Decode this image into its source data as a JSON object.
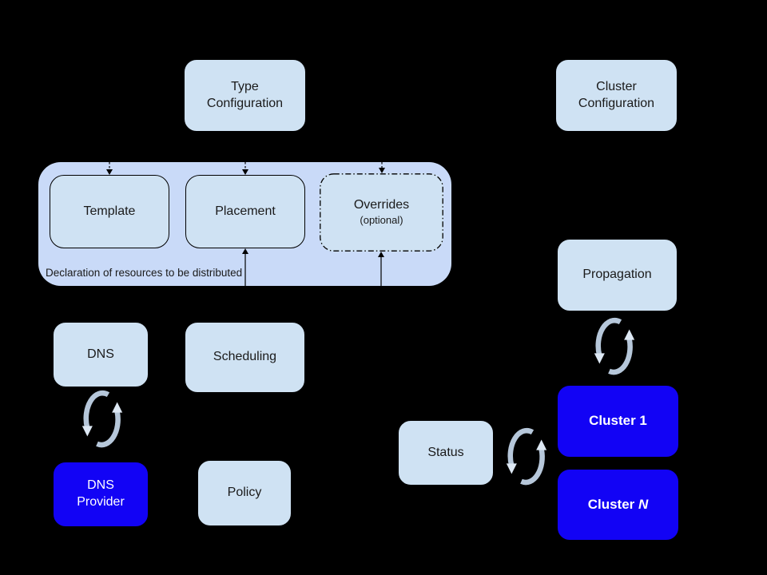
{
  "colors": {
    "background": "#000000",
    "light_box_fill": "#cfe2f3",
    "group_fill": "#c9daf8",
    "cluster_blue_fill": "#1203f5",
    "sync_icon_stroke": "#b6c7da",
    "sync_icon_arrowhead": "#dde8f4",
    "text_dark": "#1a1a1a",
    "text_light": "#ffffff"
  },
  "nodes": {
    "type_configuration": "Type\nConfiguration",
    "cluster_configuration": "Cluster\nConfiguration",
    "template": "Template",
    "placement": "Placement",
    "overrides": "Overrides",
    "overrides_note": "(optional)",
    "group_caption": "Declaration of resources to be distributed",
    "dns": "DNS",
    "scheduling": "Scheduling",
    "dns_provider": "DNS\nProvider",
    "policy": "Policy",
    "propagation": "Propagation",
    "status": "Status",
    "cluster_1": "Cluster 1",
    "cluster_n_prefix": "Cluster ",
    "cluster_n_suffix": "N"
  },
  "icons": {
    "sync": "sync-icon"
  }
}
